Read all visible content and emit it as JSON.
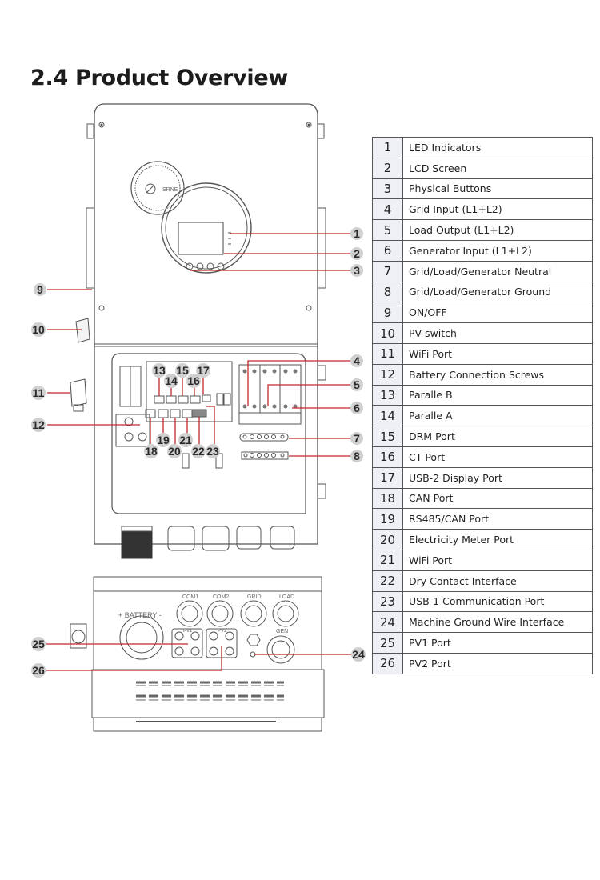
{
  "page": {
    "title": "2.4 Product Overview"
  },
  "diagram": {
    "front_panel_logo": "SRNE",
    "bottom_labels": {
      "battery": "+ BATTERY -",
      "com1": "COM1",
      "com2": "COM2",
      "grid": "GRID",
      "load": "LOAD",
      "gen": "GEN",
      "pv1": "PV1",
      "pv2": "PV2"
    },
    "callouts": [
      "1",
      "2",
      "3",
      "4",
      "5",
      "6",
      "7",
      "8",
      "9",
      "10",
      "11",
      "12",
      "13",
      "14",
      "15",
      "16",
      "17",
      "18",
      "19",
      "20",
      "21",
      "22",
      "23",
      "24",
      "25",
      "26"
    ],
    "colors": {
      "leader_line": "#c0282d",
      "callout_fill": "#d0d0d0",
      "drawing_line": "#555555"
    }
  },
  "legend": {
    "rows": [
      {
        "num": "1",
        "label": "LED Indicators"
      },
      {
        "num": "2",
        "label": "LCD Screen"
      },
      {
        "num": "3",
        "label": "Physical Buttons"
      },
      {
        "num": "4",
        "label": "Grid Input (L1+L2)"
      },
      {
        "num": "5",
        "label": "Load Output (L1+L2)"
      },
      {
        "num": "6",
        "label": "Generator Input (L1+L2)"
      },
      {
        "num": "7",
        "label": "Grid/Load/Generator Neutral"
      },
      {
        "num": "8",
        "label": "Grid/Load/Generator Ground"
      },
      {
        "num": "9",
        "label": "ON/OFF"
      },
      {
        "num": "10",
        "label": "PV switch"
      },
      {
        "num": "11",
        "label": "WiFi Port"
      },
      {
        "num": "12",
        "label": "Battery Connection Screws"
      },
      {
        "num": "13",
        "label": "Paralle B"
      },
      {
        "num": "14",
        "label": "Paralle A"
      },
      {
        "num": "15",
        "label": "DRM Port"
      },
      {
        "num": "16",
        "label": "CT Port"
      },
      {
        "num": "17",
        "label": "USB-2 Display Port"
      },
      {
        "num": "18",
        "label": "CAN Port"
      },
      {
        "num": "19",
        "label": "RS485/CAN Port"
      },
      {
        "num": "20",
        "label": "Electricity Meter Port"
      },
      {
        "num": "21",
        "label": "WiFi Port"
      },
      {
        "num": "22",
        "label": "Dry Contact Interface"
      },
      {
        "num": "23",
        "label": "USB-1 Communication Port"
      },
      {
        "num": "24",
        "label": "Machine Ground Wire Interface"
      },
      {
        "num": "25",
        "label": "PV1 Port"
      },
      {
        "num": "26",
        "label": "PV2 Port"
      }
    ]
  }
}
